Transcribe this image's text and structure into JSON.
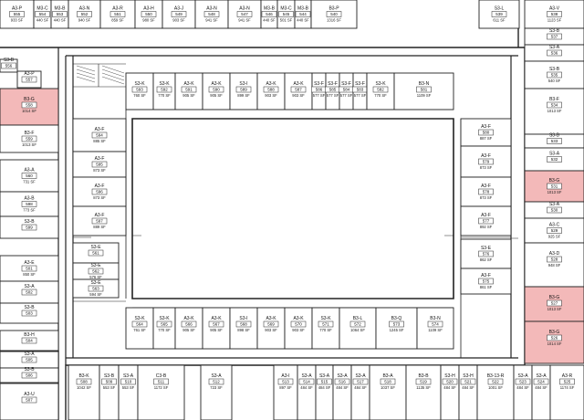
{
  "highlight_color": "#f3b9b9",
  "units": [
    {
      "type": "A3-P",
      "num": "555",
      "sf": "933 SF",
      "hl": false
    },
    {
      "type": "M3-C",
      "num": "554",
      "sf": "440 SF",
      "hl": false
    },
    {
      "type": "M3-B",
      "num": "553",
      "sf": "440 SF",
      "hl": false
    },
    {
      "type": "A3-N",
      "num": "552",
      "sf": "940 SF",
      "hl": false
    },
    {
      "type": "A3-R",
      "num": "551",
      "sf": "859 SF",
      "hl": false
    },
    {
      "type": "A3-H",
      "num": "550",
      "sf": "980 SF",
      "hl": false
    },
    {
      "type": "A3-J",
      "num": "549",
      "sf": "903 SF",
      "hl": false
    },
    {
      "type": "A3-N",
      "num": "548",
      "sf": "941 SF",
      "hl": false
    },
    {
      "type": "A3-N",
      "num": "547",
      "sf": "941 SF",
      "hl": false
    },
    {
      "type": "M3-B",
      "num": "546",
      "sf": "440 SF",
      "hl": false
    },
    {
      "type": "M3-C",
      "num": "545",
      "sf": "501 SF",
      "hl": false
    },
    {
      "type": "M3-B",
      "num": "544",
      "sf": "440 SF",
      "hl": false
    },
    {
      "type": "B3-P",
      "num": "540",
      "sf": "1316 SF",
      "hl": false
    },
    {
      "type": "S3-L",
      "num": "539",
      "sf": "611 SF",
      "hl": false
    },
    {
      "type": "A3-V",
      "num": "538",
      "sf": "1123 SF",
      "hl": false
    },
    {
      "type": "S3-B",
      "num": "556",
      "sf": "",
      "hl": false
    },
    {
      "type": "A3-P",
      "num": "557",
      "sf": "",
      "hl": false
    },
    {
      "type": "B3-G",
      "num": "558",
      "sf": "1014 SF",
      "hl": true
    },
    {
      "type": "B3-F",
      "num": "559",
      "sf": "1013 SF",
      "hl": false
    },
    {
      "type": "A3-A",
      "num": "560",
      "sf": "731 SF",
      "hl": false
    },
    {
      "type": "A3-B",
      "num": "598",
      "sf": "773 SF",
      "hl": false
    },
    {
      "type": "S3-B",
      "num": "599",
      "sf": "",
      "hl": false
    },
    {
      "type": "A3-E",
      "num": "501",
      "sf": "850 SF",
      "hl": false
    },
    {
      "type": "S3-A",
      "num": "502",
      "sf": "",
      "hl": false
    },
    {
      "type": "S3-B",
      "num": "503",
      "sf": "",
      "hl": false
    },
    {
      "type": "B3-H",
      "num": "504",
      "sf": "",
      "hl": false
    },
    {
      "type": "S3-A",
      "num": "505",
      "sf": "",
      "hl": false
    },
    {
      "type": "S3-B",
      "num": "506",
      "sf": "",
      "hl": false
    },
    {
      "type": "A3-U",
      "num": "507",
      "sf": "",
      "hl": false
    },
    {
      "type": "S3-K",
      "num": "593",
      "sf": "760 SF",
      "hl": false
    },
    {
      "type": "S3-K",
      "num": "592",
      "sf": "770 SF",
      "hl": false
    },
    {
      "type": "A3-K",
      "num": "591",
      "sf": "905 SF",
      "hl": false
    },
    {
      "type": "A3-K",
      "num": "590",
      "sf": "905 SF",
      "hl": false
    },
    {
      "type": "S3-I",
      "num": "589",
      "sf": "899 SF",
      "hl": false
    },
    {
      "type": "A3-K",
      "num": "588",
      "sf": "903 SF",
      "hl": false
    },
    {
      "type": "A3-K",
      "num": "587",
      "sf": "903 SF",
      "hl": false
    },
    {
      "type": "S3-F",
      "num": "586",
      "sf": "577 SF",
      "hl": false
    },
    {
      "type": "S3-F",
      "num": "585",
      "sf": "577 SF",
      "hl": false
    },
    {
      "type": "S3-F",
      "num": "584",
      "sf": "577 SF",
      "hl": false
    },
    {
      "type": "S3-F",
      "num": "583",
      "sf": "577 SF",
      "hl": false
    },
    {
      "type": "S3-K",
      "num": "582",
      "sf": "770 SF",
      "hl": false
    },
    {
      "type": "B3-N",
      "num": "581",
      "sf": "1109 SF",
      "hl": false
    },
    {
      "type": "A3-F",
      "num": "594",
      "sf": "885 SF",
      "hl": false
    },
    {
      "type": "A3-F",
      "num": "595",
      "sf": "873 SF",
      "hl": false
    },
    {
      "type": "A3-F",
      "num": "596",
      "sf": "873 SF",
      "hl": false
    },
    {
      "type": "A3-F",
      "num": "597",
      "sf": "889 SF",
      "hl": false
    },
    {
      "type": "A3-F",
      "num": "580",
      "sf": "887 SF",
      "hl": false
    },
    {
      "type": "A3-F",
      "num": "579",
      "sf": "873 SF",
      "hl": false
    },
    {
      "type": "A3-F",
      "num": "578",
      "sf": "873 SF",
      "hl": false
    },
    {
      "type": "A3-F",
      "num": "577",
      "sf": "892 SF",
      "hl": false
    },
    {
      "type": "S3-E",
      "num": "561",
      "sf": "",
      "hl": false
    },
    {
      "type": "S3-E",
      "num": "562",
      "sf": "576 SF",
      "hl": false
    },
    {
      "type": "S3-E",
      "num": "563",
      "sf": "594 SF",
      "hl": false
    },
    {
      "type": "S3-E",
      "num": "576",
      "sf": "862 SF",
      "hl": false
    },
    {
      "type": "A3-F",
      "num": "575",
      "sf": "861 SF",
      "hl": false
    },
    {
      "type": "S3-K",
      "num": "564",
      "sf": "761 SF",
      "hl": false
    },
    {
      "type": "S3-K",
      "num": "565",
      "sf": "770 SF",
      "hl": false
    },
    {
      "type": "A3-K",
      "num": "566",
      "sf": "905 SF",
      "hl": false
    },
    {
      "type": "A3-K",
      "num": "567",
      "sf": "905 SF",
      "hl": false
    },
    {
      "type": "S3-I",
      "num": "568",
      "sf": "898 SF",
      "hl": false
    },
    {
      "type": "A3-K",
      "num": "569",
      "sf": "903 SF",
      "hl": false
    },
    {
      "type": "A3-K",
      "num": "570",
      "sf": "903 SF",
      "hl": false
    },
    {
      "type": "S3-K",
      "num": "571",
      "sf": "770 SF",
      "hl": false
    },
    {
      "type": "B3-L",
      "num": "572",
      "sf": "1064 SF",
      "hl": false
    },
    {
      "type": "B3-Q",
      "num": "573",
      "sf": "1245 SF",
      "hl": false
    },
    {
      "type": "B3-N",
      "num": "574",
      "sf": "1109 SF",
      "hl": false
    },
    {
      "type": "S3-B",
      "num": "537",
      "sf": "",
      "hl": false
    },
    {
      "type": "S3-A",
      "num": "536",
      "sf": "",
      "hl": false
    },
    {
      "type": "S3-B",
      "num": "535",
      "sf": "540 SF",
      "hl": false
    },
    {
      "type": "B3-F",
      "num": "534",
      "sf": "1013 SF",
      "hl": false
    },
    {
      "type": "S3-B",
      "num": "533",
      "sf": "",
      "hl": false
    },
    {
      "type": "S3-A",
      "num": "532",
      "sf": "",
      "hl": false
    },
    {
      "type": "B3-G",
      "num": "531",
      "sf": "1013 SF",
      "hl": true
    },
    {
      "type": "S3-A",
      "num": "530",
      "sf": "",
      "hl": false
    },
    {
      "type": "A3-C",
      "num": "529",
      "sf": "925 SF",
      "hl": false
    },
    {
      "type": "A3-D",
      "num": "528",
      "sf": "948 SF",
      "hl": false
    },
    {
      "type": "B3-G",
      "num": "527",
      "sf": "1013 SF",
      "hl": true
    },
    {
      "type": "B3-G",
      "num": "526",
      "sf": "1014 SF",
      "hl": true
    },
    {
      "type": "B3-K",
      "num": "508",
      "sf": "1042 SF",
      "hl": false
    },
    {
      "type": "S3-B",
      "num": "509",
      "sf": "553 SF",
      "hl": false
    },
    {
      "type": "S3-A",
      "num": "510",
      "sf": "553 SF",
      "hl": false
    },
    {
      "type": "C3-B",
      "num": "511",
      "sf": "1172 SF",
      "hl": false
    },
    {
      "type": "S3-A",
      "num": "512",
      "sf": "723 SF",
      "hl": false
    },
    {
      "type": "A3-I",
      "num": "513",
      "sf": "897 SF",
      "hl": false
    },
    {
      "type": "S3-A",
      "num": "514",
      "sf": "484 SF",
      "hl": false
    },
    {
      "type": "S3-A",
      "num": "515",
      "sf": "484 SF",
      "hl": false
    },
    {
      "type": "S3-A",
      "num": "516",
      "sf": "484 SF",
      "hl": false
    },
    {
      "type": "S3-A",
      "num": "517",
      "sf": "484 SF",
      "hl": false
    },
    {
      "type": "B3-A",
      "num": "518",
      "sf": "1037 SF",
      "hl": false
    },
    {
      "type": "B3-B",
      "num": "519",
      "sf": "1135 SF",
      "hl": false
    },
    {
      "type": "S3-H",
      "num": "520",
      "sf": "484 SF",
      "hl": false
    },
    {
      "type": "S3-H",
      "num": "521",
      "sf": "484 SF",
      "hl": false
    },
    {
      "type": "B3-13-R",
      "num": "522",
      "sf": "1001 SF",
      "hl": false
    },
    {
      "type": "S3-A",
      "num": "523",
      "sf": "484 SF",
      "hl": false
    },
    {
      "type": "S3-A",
      "num": "524",
      "sf": "484 SF",
      "hl": false
    },
    {
      "type": "A3-R",
      "num": "525",
      "sf": "1174 SF",
      "hl": false
    }
  ]
}
